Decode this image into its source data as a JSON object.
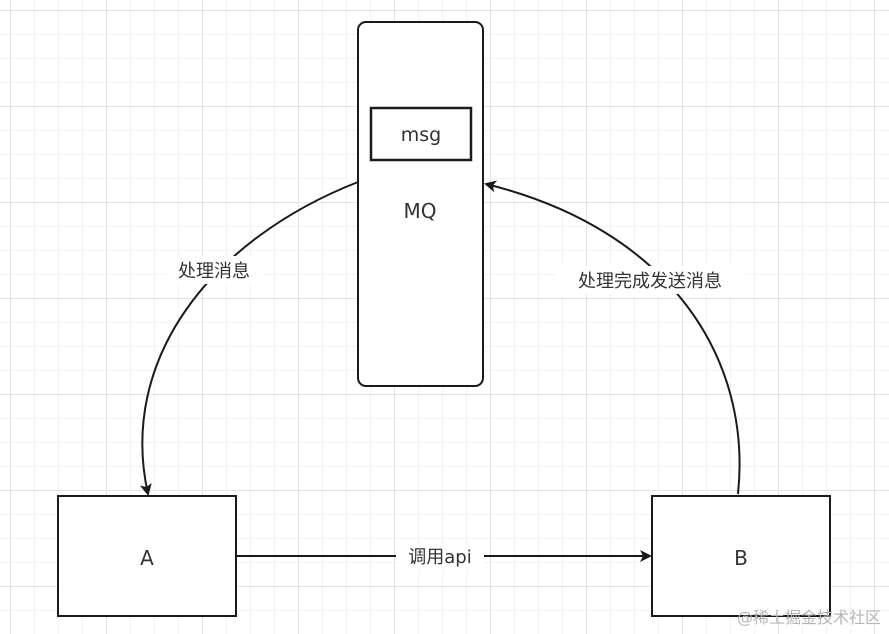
{
  "nodes": {
    "mq": {
      "label": "MQ"
    },
    "msg": {
      "label": "msg"
    },
    "a": {
      "label": "A"
    },
    "b": {
      "label": "B"
    }
  },
  "edges": {
    "mq_to_a": {
      "label": "处理消息"
    },
    "b_to_mq": {
      "label": "处理完成发送消息"
    },
    "a_to_b": {
      "label": "调用api"
    }
  },
  "watermark": "@稀土掘金技术社区",
  "colors": {
    "stroke": "#1a1a1a",
    "text": "#333333",
    "grid_major": "#e3e3e3",
    "grid_minor": "#f3f3f3",
    "background": "#ffffff"
  }
}
